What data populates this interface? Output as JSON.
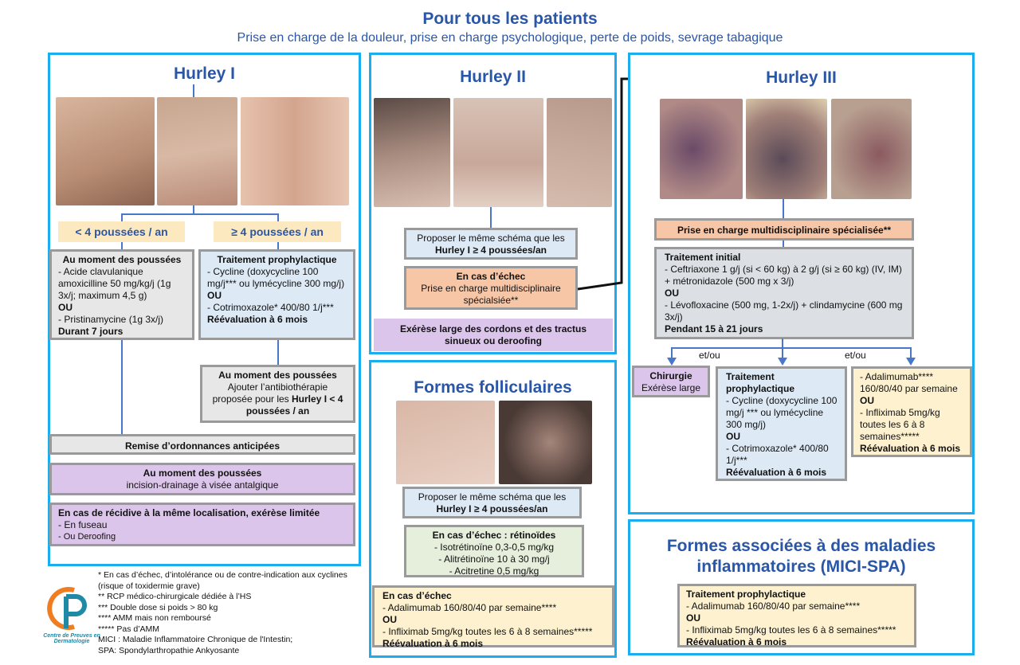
{
  "header": {
    "title": "Pour tous les patients",
    "subtitle": "Prise en charge de la douleur, prise en charge psychologique, perte de poids, sevrage tabagique"
  },
  "hurley1": {
    "title": "Hurley I",
    "badge_low": "< 4 poussées / an",
    "badge_high": "≥ 4 poussées / an",
    "flare_box": {
      "title": "Au moment des poussées",
      "l1": "- Acide clavulanique amoxicilline 50 mg/kg/j (1g 3x/j; maximum 4,5 g)",
      "ou": "OU",
      "l2": "- Pristinamycine (1g 3x/j)",
      "footer": "Durant 7 jours"
    },
    "prophy_box": {
      "title": "Traitement prophylactique",
      "l1": "- Cycline (doxycycline 100 mg/j*** ou lymécycline 300 mg/j)",
      "ou": "OU",
      "l2": "- Cotrimoxazole* 400/80 1/j***",
      "footer": "Réévaluation à 6 mois"
    },
    "add_box": {
      "title": "Au moment des poussées",
      "l1": "Ajouter l’antibiothérapie proposée pour les",
      "bold": "Hurley I < 4 poussées / an"
    },
    "remise": "Remise d’ordonnances anticipées",
    "incision": {
      "title": "Au moment des poussées",
      "text": "incision-drainage à visée antalgique"
    },
    "recidive": {
      "title": "En cas de récidive à la même localisation, exérèse limitée",
      "l1": "- En fuseau",
      "l2": "- Ou Deroofing"
    }
  },
  "hurley2": {
    "title": "Hurley II",
    "propose": "Proposer le même schéma que les",
    "propose_bold": "Hurley I ≥ 4 poussées/an",
    "echec_title": "En cas d’échec",
    "echec_text": "Prise en charge multidisciplinaire spécialsiée**",
    "exerese": "Exérèse large des cordons et des tractus sinueux ou deroofing"
  },
  "folliculaires": {
    "title": "Formes folliculaires",
    "propose": "Proposer le même schéma que les",
    "propose_bold": "Hurley I ≥ 4 poussées/an",
    "retinoides": {
      "title": "En cas d’échec : rétinoïdes",
      "l1": "- Isotrétinoïne 0,3-0,5 mg/kg",
      "l2": "- Alitrétinoïne  10 à 30 mg/j",
      "l3": "- Acitretine 0,5 mg/kg"
    },
    "echec": {
      "title": "En cas d’échec",
      "l1": "- Adalimumab 160/80/40 par semaine****",
      "ou": "OU",
      "l2": "- Infliximab 5mg/kg toutes les 6 à 8 semaines*****",
      "footer": "Réévaluation à 6 mois"
    }
  },
  "hurley3": {
    "title": "Hurley III",
    "multi": "Prise en charge multidisciplinaire spécialisée**",
    "initial": {
      "title": "Traitement initial",
      "l1": "- Ceftriaxone 1 g/j (si < 60 kg) à 2 g/j (si ≥ 60 kg) (IV, IM) + métronidazole (500 mg x 3/j)",
      "ou": "OU",
      "l2": "- Lévofloxacine (500 mg, 1-2x/j) + clindamycine (600 mg 3x/j)",
      "footer": "Pendant 15 à 21 jours"
    },
    "etou1": "et/ou",
    "etou2": "et/ou",
    "chirurgie": {
      "title": "Chirurgie",
      "text": "Exérèse large"
    },
    "prophy": {
      "title": "Traitement prophylactique",
      "l1": "- Cycline (doxycycline 100 mg/j *** ou lymécycline 300 mg/j)",
      "ou": "OU",
      "l2": "- Cotrimoxazole* 400/80 1/j***",
      "footer": "Réévaluation à 6 mois"
    },
    "bio": {
      "l1": "- Adalimumab**** 160/80/40 par semaine",
      "ou": "OU",
      "l2": "- Infliximab 5mg/kg toutes les 6 à 8 semaines*****",
      "footer": "Réévaluation à 6 mois"
    }
  },
  "associees": {
    "title": "Formes associées à des maladies inflammatoires (MICI-SPA)",
    "box": {
      "title": "Traitement prophylactique",
      "l1": "- Adalimumab 160/80/40 par semaine****",
      "ou": "OU",
      "l2": "- Infliximab 5mg/kg toutes les 6 à 8 semaines*****",
      "footer": "Réévaluation à 6 mois"
    }
  },
  "notes": [
    "* En cas d’échec, d’intolérance ou de contre-indication aux cyclines (risque of toxidermie grave)",
    "** RCP médico-chirurgicale dédiée à l’HS",
    "*** Double dose si poids > 80 kg",
    "**** AMM mais non remboursé",
    "***** Pas d’AMM",
    "MICI : Maladie Inflammatoire Chronique de l'Intestin;",
    "SPA: Spondylarthropathie Ankyosante"
  ],
  "logo": {
    "text": "Centre de Preuves en Dermatologie",
    "colors": {
      "orange": "#ef7d22",
      "teal": "#1f8aa6"
    }
  }
}
